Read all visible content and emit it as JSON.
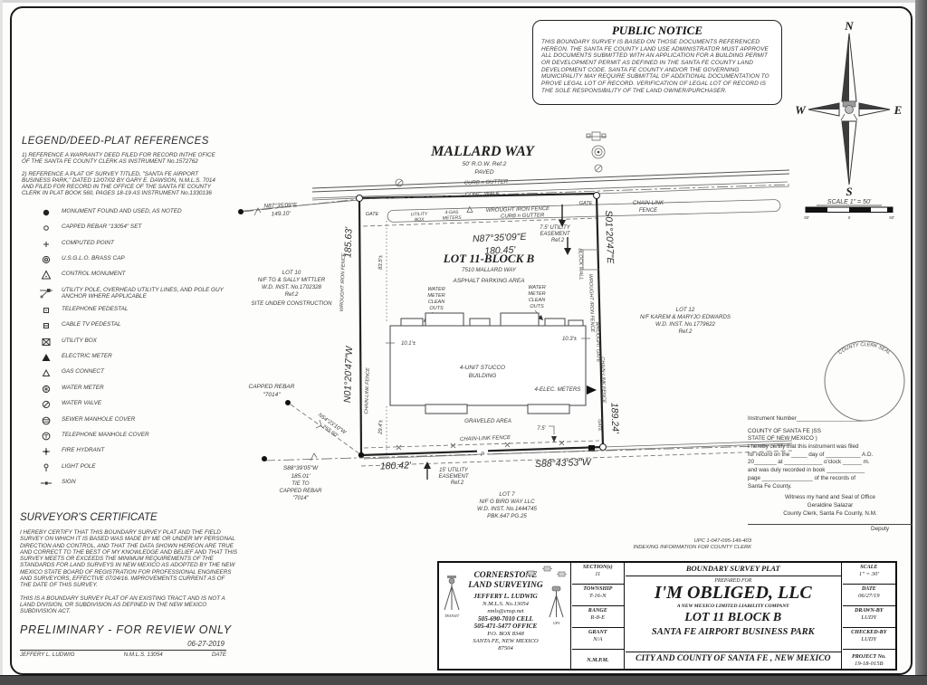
{
  "notice": {
    "title": "PUBLIC NOTICE",
    "body": "THIS BOUNDARY SURVEY IS BASED ON THOSE DOCUMENTS REFERENCED HEREON. THE SANTA FE COUNTY LAND USE ADMINISTRATOR MUST APPROVE ALL DOCUMENTS SUBMITTED WITH AN APPLICATION FOR A BUILDING PERMIT OR DEVELOPMENT PERMIT AS DEFINED IN THE SANTA FE COUNTY LAND DEVELOPMENT CODE. SANTA FE COUNTY AND/OR THE GOVERNING MUNICIPALITY MAY REQUIRE SUBMITTAL OF ADDITIONAL DOCUMENTATION TO PROVE LEGAL LOT OF RECORD. VERIFICATION OF LEGAL LOT OF RECORD IS THE SOLE RESPONSIBILITY OF THE LAND OWNER/PURCHASER."
  },
  "compass": {
    "n": "N",
    "e": "E",
    "s": "S",
    "w": "W"
  },
  "scalebar": {
    "label": "SCALE  1\" = 50'",
    "left": "50'",
    "zero": "0",
    "right": "50'"
  },
  "legend": {
    "title": "LEGEND/DEED-PLAT REFERENCES",
    "ref1": "1) REFERENCE A WARRANTY DEED FILED FOR RECORD INTHE OFICE OF THE SANTA FE COUNTY CLERK AS INSTRUMENT No.1572762",
    "ref2": "2) REFERENCE A PLAT OF SURVEY TITLED, \"SANTA FE AIRPORT BUSINESS PARK,\" DATED 12/07/02 BY GARY E. DAWSON, N.M.L.S. 7014 AND FILED FOR RECORD IN THE OFFICE OF THE SANTA FE COUNTY CLERK IN PLAT BOOK 560, PAGES 18-19 AS INSTRUMENT No.1330136",
    "items": [
      "MONUMENT FOUND AND USED, AS NOTED",
      "CAPPED REBAR \"13054\" SET",
      "COMPUTED POINT",
      "U.S.G.L.O. BRASS CAP",
      "CONTROL MONUMENT",
      "UTILITY POLE, OVERHEAD UTILITY LINES, AND POLE GUY ANCHOR WHERE APPLICABLE",
      "TELEPHONE PEDESTAL",
      "CABLE TV PEDESTAL",
      "UTILITY BOX",
      "ELECTRIC METER",
      "GAS CONNECT",
      "WATER METER",
      "WATER VALVE",
      "SEWER MANHOLE COVER",
      "TELEPHONE MANHOLE COVER",
      "FIRE HYDRANT",
      "LIGHT POLE",
      "SIGN"
    ]
  },
  "certificate": {
    "title": "SURVEYOR'S CERTIFICATE",
    "para1": "I HEREBY CERTIFY THAT THIS BOUNDARY SURVEY PLAT AND THE FIELD SURVEY ON WHICH IT IS BASED WAS MADE BY ME OR UNDER MY PERSONAL DIRECTION AND CONTROL, AND THAT THE DATA SHOWN HEREON ARE TRUE AND CORRECT TO THE BEST OF MY KNOWLEDGE AND BELIEF AND THAT THIS SURVEY MEETS OR EXCEEDS THE MINIMUM REQUIREMENTS OF THE STANDARDS FOR LAND SURVEYS IN NEW MEXICO AS ADOPTED BY THE NEW MEXICO STATE BOARD OF REGISTRATION FOR PROFESSIONAL ENGINEERS AND SURVEYORS, EFFECTIVE 07/24/16. IMPROVEMENTS CURRENT AS OF THE DATE OF THIS SURVEY.",
    "para2": "THIS IS A BOUNDARY SURVEY PLAT OF AN EXISTING TRACT AND IS NOT A LAND DIVISION, OR SUBDIVISION AS DEFINED IN THE NEW MEXICO SUBDIVISION ACT.",
    "preliminary": "PRELIMINARY  -  FOR REVIEW ONLY",
    "date": "06-27-2019",
    "name": "JEFFERY L. LUDWIG",
    "license": "N.M.L.S. 13054",
    "date_label": "DATE"
  },
  "clerk": {
    "seal": "COUNTY CLERK SEAL",
    "instrument": "Instrument Number_____________________",
    "lines": [
      "COUNTY OF SANTA FE          )SS",
      "STATE OF NEW MEXICO      )",
      "I hereby certify that this instrument was filed",
      "for record on the _____ day of ___________ A.D.",
      "20_______ at ____________ o'clock ______ m.",
      "and was duly recorded in book ____________",
      "page ________________ of the records of",
      "Santa Fe County."
    ],
    "witness1": "Witness my hand and Seal of Office",
    "witness2": "Geraldine Salazar",
    "witness3": "County Clerk, Santa Fe County, N.M.",
    "deputy": "Deputy"
  },
  "upc": {
    "line1": "UPC  1-047-095-149-403",
    "line2": "INDEXING INFORMATION FOR COUNTY CLERK"
  },
  "titleblock": {
    "firm": {
      "name1": "CORNERSTONE",
      "name2": "LAND SURVEYING",
      "surveyor": "JEFFERY L. LUDWIG",
      "nmls": "N.M.L.S. No.13054",
      "email": "nmls@cnsp.net",
      "cell": "505-690-7010 CELL",
      "office": "505-471-5477 OFFICE",
      "po": "P.O. BOX 8348",
      "city": "SANTA FE, NEW MEXICO",
      "zip": "87504",
      "transit_label": "TRANSIT",
      "gps_label": "GPS"
    },
    "plss": {
      "section_label": "SECTION(s)",
      "section": "11",
      "township_label": "TOWNSHIP",
      "township": "T-16-N",
      "range_label": "RANGE",
      "range": "R-8-E",
      "grant_label": "GRANT",
      "grant": "N/A",
      "meridian": "N.M.P.M."
    },
    "main": {
      "type": "BOUNDARY SURVEY PLAT",
      "prepared": "PREPARED FOR",
      "client": "I'M OBLIGED, LLC",
      "client_sub": "A NEW MEXICO LIMITED LIABILITY COMPANY",
      "lot": "LOT 11 BLOCK B",
      "subdivision": "SANTA FE AIRPORT BUSINESS PARK",
      "location": "CITY AND COUNTY OF SANTA FE , NEW MEXICO"
    },
    "info": {
      "scale_label": "SCALE",
      "scale": "1\" = 30'",
      "date_label": "DATE",
      "date": "06/27/19",
      "drawn_label": "DRAWN-BY",
      "drawn": "LUDY",
      "checked_label": "CHECKED-BY",
      "checked": "LUDY",
      "project_label": "PROJECT No.",
      "project": "19-18-015B"
    }
  },
  "drawing": {
    "street": {
      "name": "MALLARD WAY",
      "row": "50'  R.O.W.  Ref.2",
      "paved": "PAVED",
      "curb1": "CURB n GUTTER",
      "walk": "CONC. WALK",
      "curb2": "CURB n GUTTER",
      "wif": "WROUGHT IRON FENCE",
      "ub1": "UTILITY",
      "ub2": "BOX",
      "gm1": "4-GAS",
      "gm2": "METERS",
      "gate": "GATE",
      "clf1": "CHAIN-LINK",
      "clf2": "FENCE"
    },
    "easement_top": [
      "7.5' UTILITY",
      "EASEMENT",
      "Ref.2"
    ],
    "easement_bottom": [
      "15' UTILITY",
      "EASEMENT",
      "Ref.2"
    ],
    "bearings": {
      "top1": "N87°35'09\"E",
      "top2": "180.45'",
      "tie1": "N87°35'09\"E",
      "tie2": "149.10'",
      "left_dim": "185.63'",
      "left_brg": "N01°20'47\"W",
      "right_brg": "S01°20'47\"E",
      "right_dim": "189.24'",
      "bot_brg": "S88°43'53\"W",
      "bot_dim": "180.42'",
      "diag1": "N54°23'10\"W",
      "diag2": "255.60'"
    },
    "tie_sw": [
      "S88°39'05\"W",
      "185.01'",
      "TIE TO",
      "CAPPED REBAR",
      "\"7014\""
    ],
    "capped_rebar": [
      "CAPPED REBAR",
      "\"7014\""
    ],
    "lot": {
      "title": "LOT 11-BLOCK B",
      "addr": "7510 MALLARD WAY",
      "asphalt": "ASPHALT PARKING AREA",
      "b1": "4-UNIT STUCCO",
      "b2": "BUILDING",
      "graveled": "GRAVELED AREA",
      "elec": "4-ELEC. METERS",
      "d101": "10.1'±",
      "d103": "10.3'±",
      "d835": "83.5'±",
      "d294": "29.4'±",
      "d75": "7.5'",
      "clf": "CHAIN-LINK FENCE",
      "p": "P"
    },
    "wm": [
      "WATER",
      "METER",
      "CLEAN",
      "OUTS"
    ],
    "sides": {
      "wif_left": "WROUGHT IRON FENCE",
      "clf_left": "CHAIN-LINK FENCE",
      "block_wall": "BLOCK WALL",
      "wif_right": "WROUGHT IRON FENCE",
      "wgate": "WROUGHT GATE",
      "clf_right": "CHAIN-LINK FENCE",
      "gate_right": "GATE"
    },
    "lot10": [
      "LOT 10",
      "N/F TG & SALLY MITTLER",
      "W.D. INST. No.1702328",
      "Ref.2",
      "SITE UNDER CONSTRUCTION"
    ],
    "lot12": [
      "LOT 12",
      "N/F KAREM & MARYJO EDWARDS",
      "W.D. INST. No.1779622",
      "Ref.2"
    ],
    "lot7": [
      "LOT 7",
      "N/F G BIRD WAY LLC",
      "W.D. INST. No.1444745",
      "PBK.647 PG.25"
    ]
  }
}
